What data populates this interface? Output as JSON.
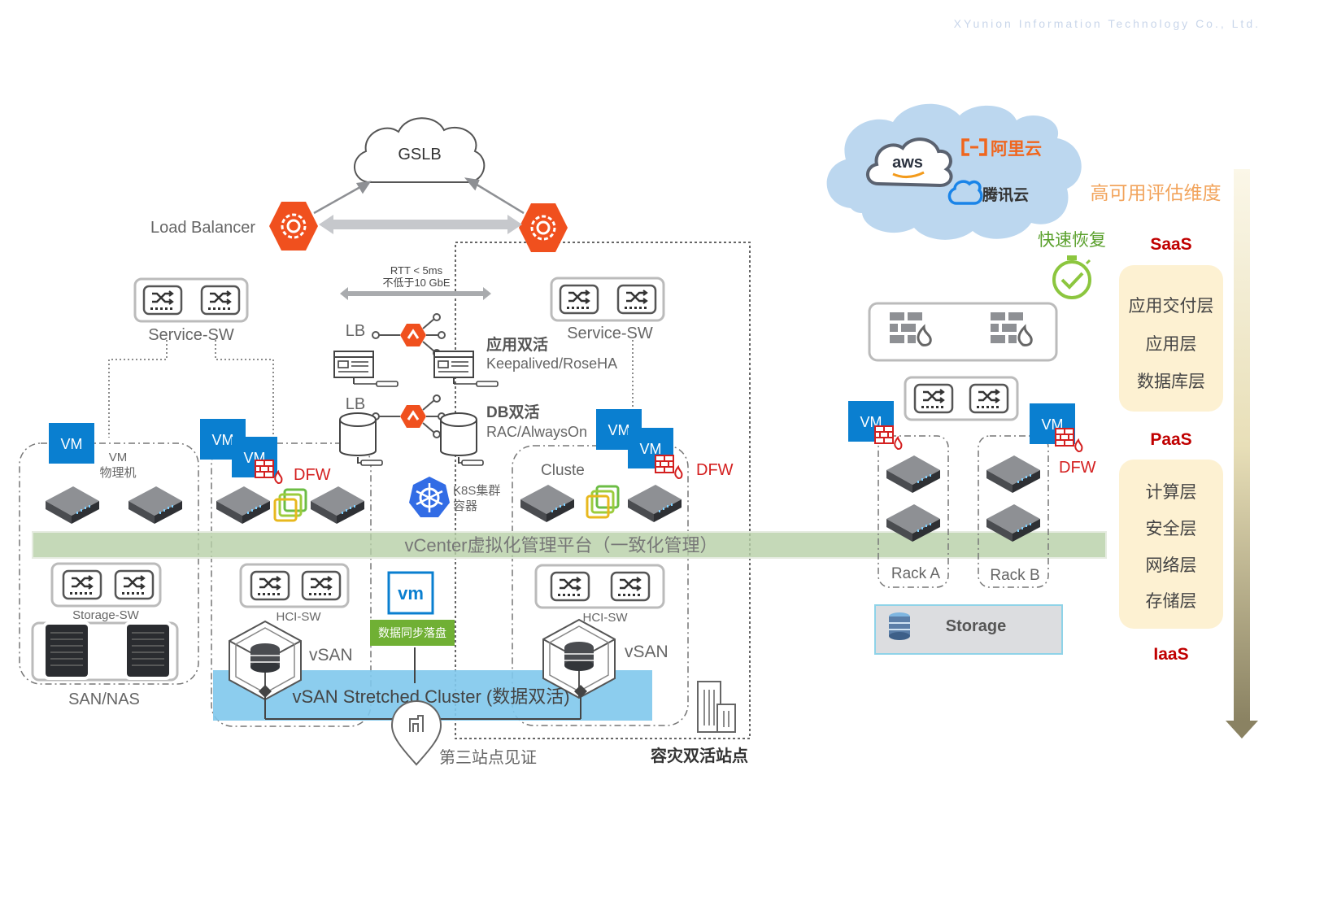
{
  "header": {
    "company": "XYunion Information Technology Co., Ltd."
  },
  "top": {
    "gslb": "GSLB",
    "load_balancer": "Load Balancer",
    "rtt": "RTT < 5ms",
    "bandwidth": "不低于10 GbE"
  },
  "left_site": {
    "service_sw": "Service-SW",
    "vm": "VM",
    "vm_physical_line1": "VM",
    "vm_physical_line2": "物理机",
    "dfw": "DFW",
    "storage_sw": "Storage-SW",
    "san_nas": "SAN/NAS",
    "hci_sw": "HCI-SW",
    "vsan": "vSAN"
  },
  "middle": {
    "lb1": "LB",
    "lb2": "LB",
    "app_active_title": "应用双活",
    "app_active_sub": "Keepalived/RoseHA",
    "db_active_title": "DB双活",
    "db_active_sub": "RAC/AlwaysOn",
    "k8s_line1": "K8S集群",
    "k8s_line2": "容器",
    "vm_logo": "vm",
    "data_sync": "数据同步落盘",
    "third_site": "第三站点见证"
  },
  "right_site": {
    "service_sw": "Service-SW",
    "vm": "VM",
    "cluster": "Cluste",
    "dfw": "DFW",
    "hci_sw": "HCI-SW",
    "vsan": "vSAN",
    "dr_site": "容灾双活站点"
  },
  "vcenter_bar": "vCenter虚拟化管理平台（一致化管理）",
  "vsan_stretched": "vSAN Stretched Cluster (数据双活)",
  "cloud": {
    "aws": "aws",
    "aliyun": "阿里云",
    "tencent": "腾讯云",
    "fast_recovery": "快速恢复"
  },
  "racks": {
    "vm": "VM",
    "dfw": "DFW",
    "rack_a": "Rack A",
    "rack_b": "Rack B",
    "storage": "Storage"
  },
  "legend": {
    "title": "高可用评估维度",
    "saas": "SaaS",
    "saas_items": [
      "应用交付层",
      "应用层",
      "数据库层"
    ],
    "paas": "PaaS",
    "paas_items": [
      "计算层",
      "安全层",
      "网络层",
      "存储层"
    ],
    "iaas": "IaaS"
  },
  "colors": {
    "vm_blue": "#0a7fd0",
    "lb_orange": "#f0501e",
    "accent_red": "#c00000",
    "dfw_red": "#d42020",
    "green_bar": "#b7cfa6",
    "vsan_blue": "#7fc8ec",
    "cloud_blue": "#bcd7ef",
    "legend_box": "#fdf1d2",
    "sync_green": "#70b034"
  }
}
